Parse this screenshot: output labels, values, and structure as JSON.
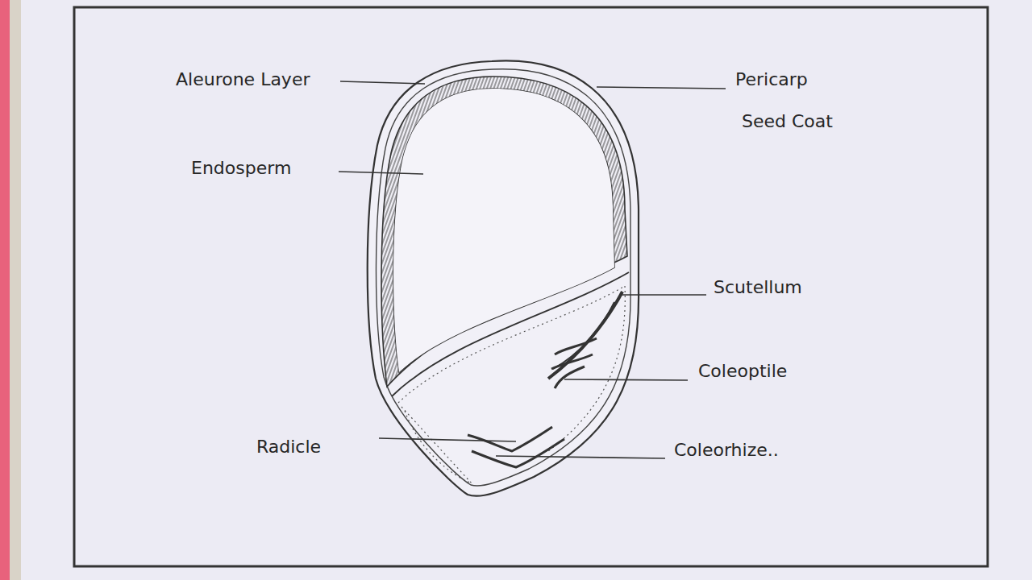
{
  "diagram": {
    "labels": [
      "Aleurone Layer",
      "Pericarp",
      "Seed Coat",
      "Endosperm",
      "Scutellum",
      "Coleoptile",
      "Radicle",
      "Coleorhize.."
    ]
  }
}
